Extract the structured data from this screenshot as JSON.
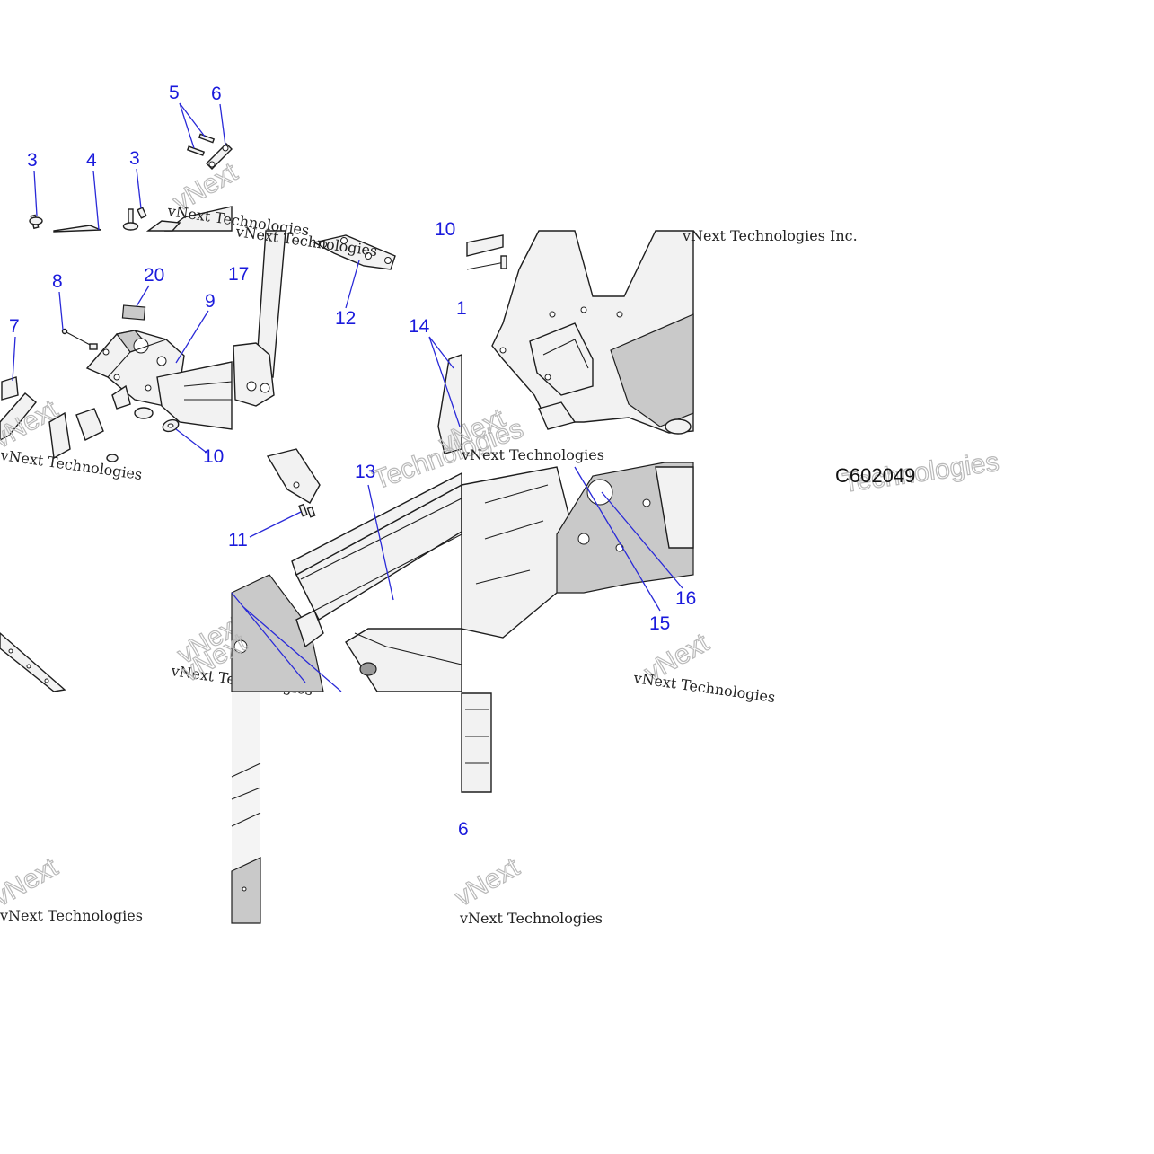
{
  "diagram": {
    "drawing_code": "C602049",
    "watermarks": {
      "company_line": "vNext Technologies",
      "company_inc": "vNext Technologies Inc.",
      "ghost_word_a": "vNext",
      "ghost_word_b": "Technologies"
    },
    "callouts": [
      {
        "id": "c3a",
        "label": "3"
      },
      {
        "id": "c4",
        "label": "4"
      },
      {
        "id": "c3b",
        "label": "3"
      },
      {
        "id": "c5",
        "label": "5"
      },
      {
        "id": "c6",
        "label": "6"
      },
      {
        "id": "c8",
        "label": "8"
      },
      {
        "id": "c20",
        "label": "20"
      },
      {
        "id": "c17",
        "label": "17"
      },
      {
        "id": "c9",
        "label": "9"
      },
      {
        "id": "c7",
        "label": "7"
      },
      {
        "id": "c10",
        "label": "10"
      },
      {
        "id": "c12",
        "label": "12"
      },
      {
        "id": "c14",
        "label": "14"
      },
      {
        "id": "c13",
        "label": "13"
      },
      {
        "id": "c11",
        "label": "11"
      },
      {
        "id": "c16",
        "label": "16"
      },
      {
        "id": "c15",
        "label": "15"
      },
      {
        "id": "c10_fragment",
        "label": "10"
      },
      {
        "id": "c1_fragment",
        "label": "1"
      },
      {
        "id": "c6_fragment",
        "label": "6"
      }
    ]
  }
}
